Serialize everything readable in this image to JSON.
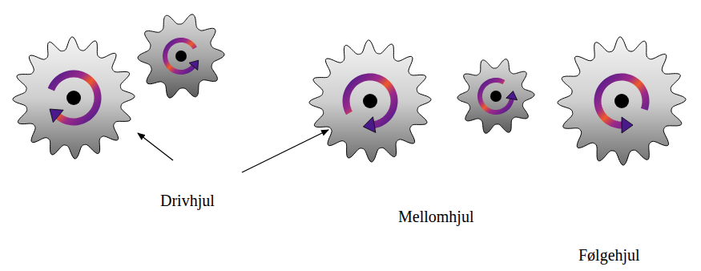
{
  "diagram": {
    "labels": [
      "Drivhjul",
      "Mellomhjul",
      "Følgehjul"
    ]
  }
}
